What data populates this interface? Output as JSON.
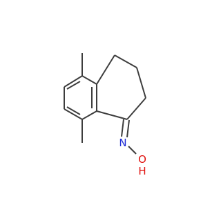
{
  "molecule": {
    "atoms": {
      "nitrogen": {
        "symbol": "N",
        "color": "#1f2dd6"
      },
      "oxygen": {
        "symbol": "O",
        "color": "#e0120f"
      },
      "hydrogen": {
        "symbol": "H",
        "color": "#e0120f"
      }
    },
    "colors": {
      "bond": "#3d3d3d",
      "background": "#ffffff"
    }
  }
}
